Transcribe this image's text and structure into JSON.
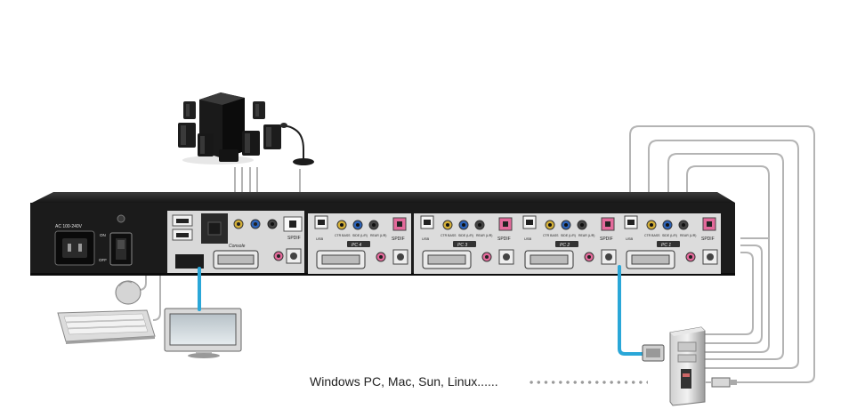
{
  "device": {
    "power_label": "AC 100-240V",
    "switch_on": "ON",
    "switch_off": "OFF",
    "console_label": "Console",
    "usb_label": "USB",
    "ctr_bass_label": "CTR BASS",
    "side_label": "SIDE (L/R)",
    "rear_label": "REAR (L/R)",
    "spdif_label": "SPDIF",
    "pc_ports": [
      "PC 4",
      "PC 3",
      "PC 2",
      "PC 1"
    ]
  },
  "peripherals": [
    "speaker-system",
    "microphone",
    "mouse",
    "keyboard",
    "monitor",
    "computer-tower",
    "usb-plug"
  ],
  "caption": "Windows PC,  Mac,  Sun, Linux......",
  "colors": {
    "cable_blue": "#2aa7d8",
    "cable_gray": "#b4b4b4",
    "chassis": "#1b1b1b"
  }
}
